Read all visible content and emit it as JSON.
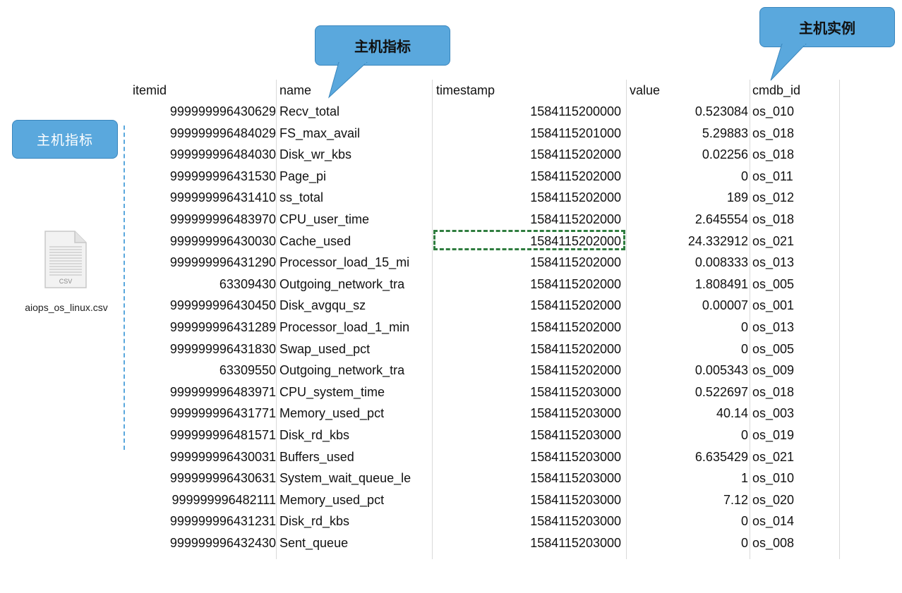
{
  "side_panel": {
    "label": "主机指标",
    "file_name": "aiops_os_linux.csv",
    "file_icon_text": "CSV"
  },
  "callouts": {
    "metric": "主机指标",
    "instance": "主机实例"
  },
  "table": {
    "headers": [
      "itemid",
      "name",
      "timestamp",
      "value",
      "cmdb_id"
    ],
    "rows": [
      [
        "999999996430629",
        "Recv_total",
        "1584115200000",
        "0.523084",
        "os_010"
      ],
      [
        "999999996484029",
        "FS_max_avail",
        "1584115201000",
        "5.29883",
        "os_018"
      ],
      [
        "999999996484030",
        "Disk_wr_kbs",
        "1584115202000",
        "0.02256",
        "os_018"
      ],
      [
        "999999996431530",
        "Page_pi",
        "1584115202000",
        "0",
        "os_011"
      ],
      [
        "999999996431410",
        "ss_total",
        "1584115202000",
        "189",
        "os_012"
      ],
      [
        "999999996483970",
        "CPU_user_time",
        "1584115202000",
        "2.645554",
        "os_018"
      ],
      [
        "999999996430030",
        "Cache_used",
        "1584115202000",
        "24.332912",
        "os_021"
      ],
      [
        "999999996431290",
        "Processor_load_15_mi",
        "1584115202000",
        "0.008333",
        "os_013"
      ],
      [
        "63309430",
        "Outgoing_network_tra",
        "1584115202000",
        "1.808491",
        "os_005"
      ],
      [
        "999999996430450",
        "Disk_avgqu_sz",
        "1584115202000",
        "0.00007",
        "os_001"
      ],
      [
        "999999996431289",
        "Processor_load_1_min",
        "1584115202000",
        "0",
        "os_013"
      ],
      [
        "999999996431830",
        "Swap_used_pct",
        "1584115202000",
        "0",
        "os_005"
      ],
      [
        "63309550",
        "Outgoing_network_tra",
        "1584115202000",
        "0.005343",
        "os_009"
      ],
      [
        "999999996483971",
        "CPU_system_time",
        "1584115203000",
        "0.522697",
        "os_018"
      ],
      [
        "999999996431771",
        "Memory_used_pct",
        "1584115203000",
        "40.14",
        "os_003"
      ],
      [
        "999999996481571",
        "Disk_rd_kbs",
        "1584115203000",
        "0",
        "os_019"
      ],
      [
        "999999996430031",
        "Buffers_used",
        "1584115203000",
        "6.635429",
        "os_021"
      ],
      [
        "999999996430631",
        "System_wait_queue_le",
        "1584115203000",
        "1",
        "os_010"
      ],
      [
        "999999996482111",
        "Memory_used_pct",
        "1584115203000",
        "7.12",
        "os_020"
      ],
      [
        "999999996431231",
        "Disk_rd_kbs",
        "1584115203000",
        "0",
        "os_014"
      ],
      [
        "999999996432430",
        "Sent_queue",
        "1584115203000",
        "0",
        "os_008"
      ]
    ]
  },
  "colors": {
    "callout_fill": "#5aa8dd",
    "selection_border": "#2f7d3f"
  }
}
